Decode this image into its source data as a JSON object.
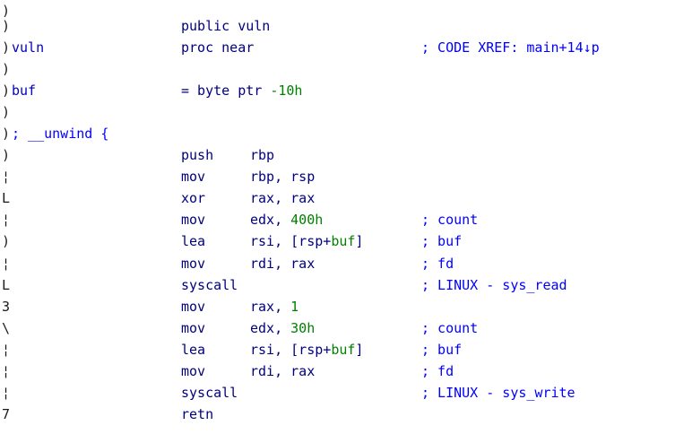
{
  "gutter_marks": [
    ")",
    ")",
    ")",
    ")",
    ")",
    ")",
    ")",
    ")",
    "¦",
    "L",
    "¦",
    ")",
    "¦",
    "L",
    "3",
    "\\",
    "¦",
    "¦",
    "¦",
    "7",
    ")"
  ],
  "header": {
    "public": "public vuln",
    "proc_label": "vuln",
    "proc_decl": "proc near",
    "xref_comment": "; CODE XREF: main+14↓p",
    "var_label": "buf",
    "var_decl_prefix": "= byte ptr ",
    "var_decl_offset": "-10h",
    "unwind": "; __unwind {"
  },
  "instructions": [
    {
      "mnemonic": "push",
      "op1": "rbp",
      "op_sep": "",
      "op2": "",
      "op2_kind": "",
      "op_tail": "",
      "comment": ""
    },
    {
      "mnemonic": "mov",
      "op1": "rbp, rsp",
      "op_sep": "",
      "op2": "",
      "op2_kind": "",
      "op_tail": "",
      "comment": ""
    },
    {
      "mnemonic": "xor",
      "op1": "rax, rax",
      "op_sep": "",
      "op2": "",
      "op2_kind": "",
      "op_tail": "",
      "comment": ""
    },
    {
      "mnemonic": "mov",
      "op1": "edx, ",
      "op_sep": "",
      "op2": "400h",
      "op2_kind": "num",
      "op_tail": "",
      "comment": "; count"
    },
    {
      "mnemonic": "lea",
      "op1": "rsi, [rsp+",
      "op_sep": "",
      "op2": "buf",
      "op2_kind": "stk",
      "op_tail": "]",
      "comment": "; buf"
    },
    {
      "mnemonic": "mov",
      "op1": "rdi, rax",
      "op_sep": "",
      "op2": "",
      "op2_kind": "",
      "op_tail": "",
      "comment": "; fd"
    },
    {
      "mnemonic": "syscall",
      "op1": "",
      "op_sep": "",
      "op2": "",
      "op2_kind": "",
      "op_tail": "",
      "comment": "; LINUX - sys_read"
    },
    {
      "mnemonic": "mov",
      "op1": "rax, ",
      "op_sep": "",
      "op2": "1",
      "op2_kind": "num",
      "op_tail": "",
      "comment": ""
    },
    {
      "mnemonic": "mov",
      "op1": "edx, ",
      "op_sep": "",
      "op2": "30h",
      "op2_kind": "num",
      "op_tail": "",
      "comment": "; count"
    },
    {
      "mnemonic": "lea",
      "op1": "rsi, [rsp+",
      "op_sep": "",
      "op2": "buf",
      "op2_kind": "stk",
      "op_tail": "]",
      "comment": "; buf"
    },
    {
      "mnemonic": "mov",
      "op1": "rdi, rax",
      "op_sep": "",
      "op2": "",
      "op2_kind": "",
      "op_tail": "",
      "comment": "; fd"
    },
    {
      "mnemonic": "syscall",
      "op1": "",
      "op_sep": "",
      "op2": "",
      "op2_kind": "",
      "op_tail": "",
      "comment": "; LINUX - sys_write"
    },
    {
      "mnemonic": "retn",
      "op1": "",
      "op_sep": "",
      "op2": "",
      "op2_kind": "",
      "op_tail": "",
      "comment": ""
    }
  ]
}
